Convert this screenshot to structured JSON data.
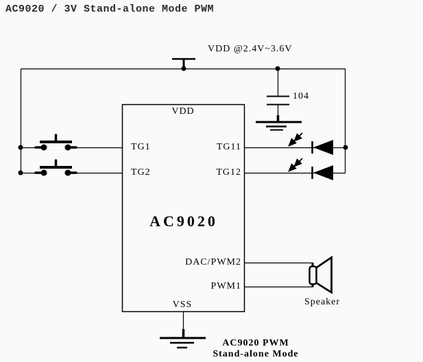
{
  "page": {
    "title": "AC9020 / 3V Stand-alone Mode PWM",
    "background": "#fafafa",
    "line_color": "#000000"
  },
  "power": {
    "vdd_label": "VDD @2.4V~3.6V",
    "capacitor_label": "104"
  },
  "ic": {
    "name": "AC9020",
    "pins": {
      "top": "VDD",
      "bottom": "VSS",
      "left": [
        "TG1",
        "TG2"
      ],
      "right": [
        "TG11",
        "TG12",
        "DAC/PWM2",
        "PWM1"
      ]
    }
  },
  "speaker": {
    "label": "Speaker"
  },
  "caption": {
    "line1": "AC9020 PWM",
    "line2": "Stand-alone Mode"
  }
}
